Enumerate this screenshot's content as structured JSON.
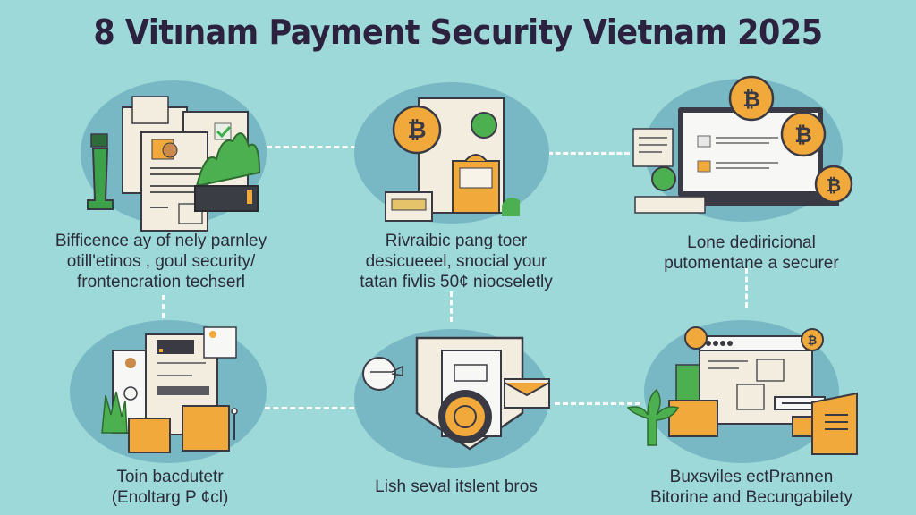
{
  "title": "8 Vitınam Payment Security Vietnam 2025",
  "colors": {
    "background": "#9dd9d8",
    "panel_circle": "#78b8c4",
    "title_text": "#2c2240",
    "accent_orange": "#f2a93b",
    "accent_green": "#4caf50",
    "outline": "#3a3a44",
    "paper": "#f3ede0"
  },
  "panels": [
    {
      "id": "top-left",
      "icons": [
        "documents-icon",
        "chess-tower-icon",
        "plant-icon",
        "checkmark-icon"
      ],
      "caption_lines": [
        "Bifficence ay of nely parnley",
        "otill'etinos , goul security/",
        "frontencration techserl"
      ]
    },
    {
      "id": "top-center",
      "icons": [
        "bitcoin-coin-icon",
        "building-icon",
        "card-reader-icon",
        "green-seal-icon"
      ],
      "caption_lines": [
        "Rivraibic pang toer",
        "desicueeel, snocial your",
        "tatan fivlis 50¢ niocseletly"
      ]
    },
    {
      "id": "top-right",
      "icons": [
        "laptop-icon",
        "bitcoin-coin-icon",
        "bitcoin-coin-icon",
        "bitcoin-coin-icon",
        "document-icon"
      ],
      "caption_lines": [
        "Lone dediricional",
        "putomentane a securer"
      ]
    },
    {
      "id": "bottom-left",
      "icons": [
        "id-document-icon",
        "card-icon",
        "box-icon",
        "plant-icon"
      ],
      "caption_lines": [
        "Toin bacdutetr",
        "(Enoltarg P ¢cl)"
      ]
    },
    {
      "id": "bottom-center",
      "icons": [
        "shield-icon",
        "coin-icon",
        "envelope-icon",
        "key-icon"
      ],
      "caption_lines": [
        "Lish seval itslent bros"
      ]
    },
    {
      "id": "bottom-right",
      "icons": [
        "browser-window-icon",
        "folder-icon",
        "plant-icon",
        "bitcoin-coin-icon"
      ],
      "caption_lines": [
        "Buxsviles ectPrannen",
        "Bitorine and Becungabilety"
      ]
    }
  ]
}
